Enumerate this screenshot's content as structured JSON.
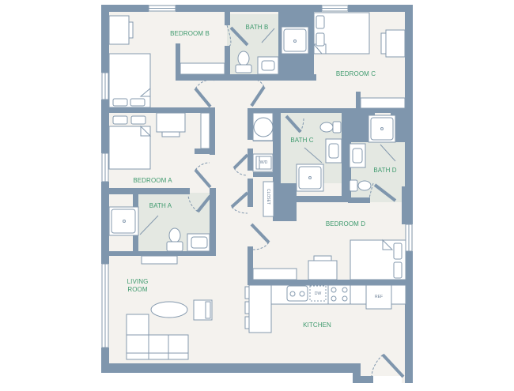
{
  "floor_plan": {
    "colors": {
      "wall": "#7f96ad",
      "floor": "#f4f2ee",
      "bath_floor": "#e4e8e2",
      "furniture_stroke": "#8499ae",
      "furniture_fill": "#ffffff",
      "label": "#3f9a6e"
    },
    "rooms": {
      "bedroom_a": "BEDROOM A",
      "bedroom_b": "BEDROOM B",
      "bedroom_c": "BEDROOM C",
      "bedroom_d": "BEDROOM D",
      "bath_a": "BATH A",
      "bath_b": "BATH B",
      "bath_c": "BATH C",
      "bath_d": "BATH D",
      "living_room_line1": "LIVING",
      "living_room_line2": "ROOM",
      "kitchen": "KITCHEN"
    },
    "fixtures": {
      "washer_dryer": "W/D",
      "closet": "CLOSET",
      "dishwasher": "DW",
      "refrigerator": "REF"
    }
  }
}
